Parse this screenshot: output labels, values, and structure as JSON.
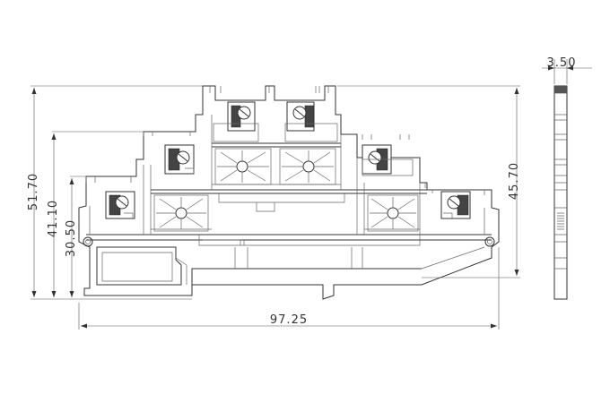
{
  "dimensions": {
    "overall_width": "97.25",
    "height_total": "51.70",
    "height_level2": "41.10",
    "height_level1": "30.50",
    "height_right": "45.70",
    "side_thickness": "3.50"
  },
  "colors": {
    "line": "#333333",
    "background": "#ffffff"
  }
}
